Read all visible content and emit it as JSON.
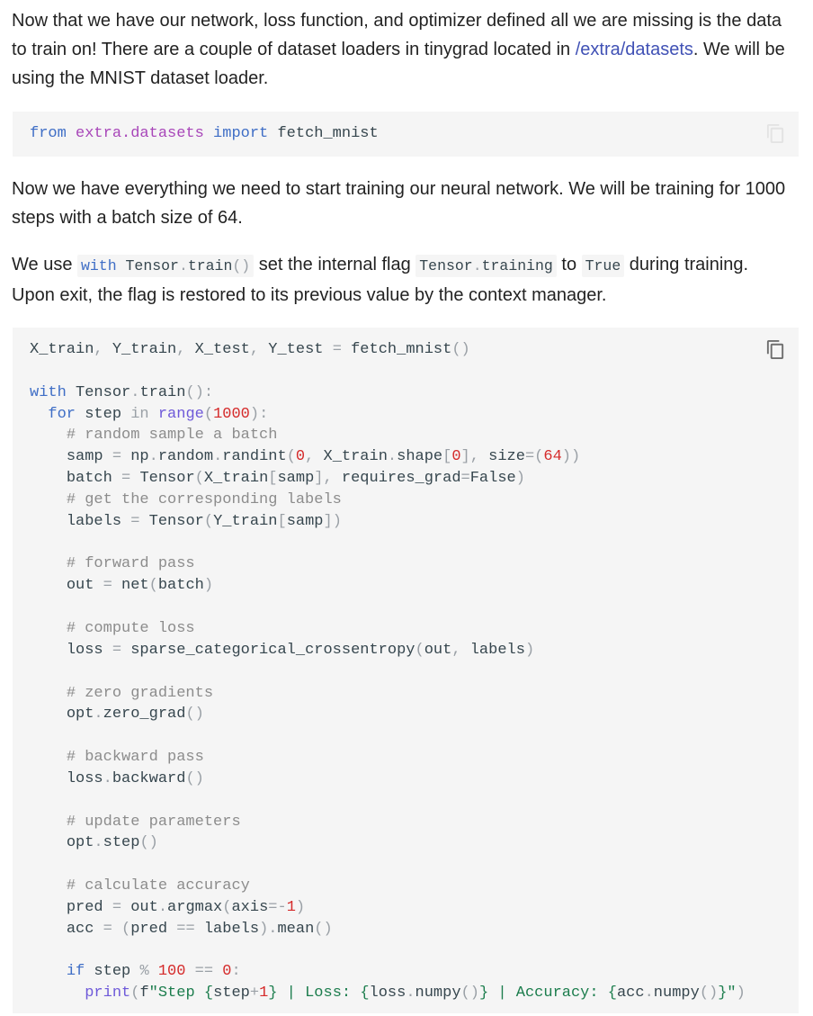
{
  "paragraphs": {
    "intro": {
      "segments": [
        {
          "type": "text",
          "text": "Now that we have our network, loss function, and optimizer defined all we are missing is the data to train on! There are a couple of dataset loaders in tinygrad located in "
        },
        {
          "type": "link",
          "name": "link-extra-datasets",
          "text": "/extra/datasets"
        },
        {
          "type": "text",
          "text": ". We will be using the MNIST dataset loader."
        }
      ]
    },
    "training_intro": {
      "segments": [
        {
          "type": "text",
          "text": "Now we have everything we need to start training our neural network. We will be training for 1000 steps with a batch size of 64."
        }
      ]
    },
    "train_flag": {
      "segments": [
        {
          "type": "text",
          "text": "We use "
        },
        {
          "type": "code",
          "tokens": [
            [
              "k",
              "with"
            ],
            [
              "w",
              " "
            ],
            [
              "n",
              "Tensor"
            ],
            [
              "p",
              "."
            ],
            [
              "n",
              "train"
            ],
            [
              "p",
              "()"
            ]
          ]
        },
        {
          "type": "text",
          "text": " set the internal flag "
        },
        {
          "type": "code",
          "tokens": [
            [
              "n",
              "Tensor"
            ],
            [
              "p",
              "."
            ],
            [
              "n",
              "training"
            ]
          ]
        },
        {
          "type": "text",
          "text": " to "
        },
        {
          "type": "code",
          "tokens": [
            [
              "n",
              "True"
            ]
          ]
        },
        {
          "type": "text",
          "text": " during training. Upon exit, the flag is restored to its previous value by the context manager."
        }
      ]
    }
  },
  "code_block_import": {
    "copy_icon": "copy-icon",
    "lines": [
      [
        [
          "k",
          "from"
        ],
        [
          "w",
          " "
        ],
        [
          "nn",
          "extra.datasets"
        ],
        [
          "w",
          " "
        ],
        [
          "k",
          "import"
        ],
        [
          "w",
          " "
        ],
        [
          "n",
          "fetch_mnist"
        ]
      ]
    ]
  },
  "code_block_training": {
    "copy_icon": "copy-icon",
    "lines": [
      [
        [
          "n",
          "X_train"
        ],
        [
          "p",
          ","
        ],
        [
          "w",
          " "
        ],
        [
          "n",
          "Y_train"
        ],
        [
          "p",
          ","
        ],
        [
          "w",
          " "
        ],
        [
          "n",
          "X_test"
        ],
        [
          "p",
          ","
        ],
        [
          "w",
          " "
        ],
        [
          "n",
          "Y_test"
        ],
        [
          "w",
          " "
        ],
        [
          "o",
          "="
        ],
        [
          "w",
          " "
        ],
        [
          "n",
          "fetch_mnist"
        ],
        [
          "p",
          "()"
        ]
      ],
      [],
      [
        [
          "k",
          "with"
        ],
        [
          "w",
          " "
        ],
        [
          "n",
          "Tensor"
        ],
        [
          "p",
          "."
        ],
        [
          "n",
          "train"
        ],
        [
          "p",
          "():"
        ]
      ],
      [
        [
          "w",
          "  "
        ],
        [
          "k",
          "for"
        ],
        [
          "w",
          " "
        ],
        [
          "n",
          "step"
        ],
        [
          "w",
          " "
        ],
        [
          "o",
          "in"
        ],
        [
          "w",
          " "
        ],
        [
          "b",
          "range"
        ],
        [
          "p",
          "("
        ],
        [
          "m",
          "1000"
        ],
        [
          "p",
          "):"
        ]
      ],
      [
        [
          "w",
          "    "
        ],
        [
          "c",
          "# random sample a batch"
        ]
      ],
      [
        [
          "w",
          "    "
        ],
        [
          "n",
          "samp"
        ],
        [
          "w",
          " "
        ],
        [
          "o",
          "="
        ],
        [
          "w",
          " "
        ],
        [
          "n",
          "np"
        ],
        [
          "p",
          "."
        ],
        [
          "n",
          "random"
        ],
        [
          "p",
          "."
        ],
        [
          "n",
          "randint"
        ],
        [
          "p",
          "("
        ],
        [
          "m",
          "0"
        ],
        [
          "p",
          ","
        ],
        [
          "w",
          " "
        ],
        [
          "n",
          "X_train"
        ],
        [
          "p",
          "."
        ],
        [
          "n",
          "shape"
        ],
        [
          "p",
          "["
        ],
        [
          "m",
          "0"
        ],
        [
          "p",
          "],"
        ],
        [
          "w",
          " "
        ],
        [
          "n",
          "size"
        ],
        [
          "o",
          "="
        ],
        [
          "p",
          "("
        ],
        [
          "m",
          "64"
        ],
        [
          "p",
          "))"
        ]
      ],
      [
        [
          "w",
          "    "
        ],
        [
          "n",
          "batch"
        ],
        [
          "w",
          " "
        ],
        [
          "o",
          "="
        ],
        [
          "w",
          " "
        ],
        [
          "n",
          "Tensor"
        ],
        [
          "p",
          "("
        ],
        [
          "n",
          "X_train"
        ],
        [
          "p",
          "["
        ],
        [
          "n",
          "samp"
        ],
        [
          "p",
          "],"
        ],
        [
          "w",
          " "
        ],
        [
          "n",
          "requires_grad"
        ],
        [
          "o",
          "="
        ],
        [
          "n",
          "False"
        ],
        [
          "p",
          ")"
        ]
      ],
      [
        [
          "w",
          "    "
        ],
        [
          "c",
          "# get the corresponding labels"
        ]
      ],
      [
        [
          "w",
          "    "
        ],
        [
          "n",
          "labels"
        ],
        [
          "w",
          " "
        ],
        [
          "o",
          "="
        ],
        [
          "w",
          " "
        ],
        [
          "n",
          "Tensor"
        ],
        [
          "p",
          "("
        ],
        [
          "n",
          "Y_train"
        ],
        [
          "p",
          "["
        ],
        [
          "n",
          "samp"
        ],
        [
          "p",
          "])"
        ]
      ],
      [],
      [
        [
          "w",
          "    "
        ],
        [
          "c",
          "# forward pass"
        ]
      ],
      [
        [
          "w",
          "    "
        ],
        [
          "n",
          "out"
        ],
        [
          "w",
          " "
        ],
        [
          "o",
          "="
        ],
        [
          "w",
          " "
        ],
        [
          "n",
          "net"
        ],
        [
          "p",
          "("
        ],
        [
          "n",
          "batch"
        ],
        [
          "p",
          ")"
        ]
      ],
      [],
      [
        [
          "w",
          "    "
        ],
        [
          "c",
          "# compute loss"
        ]
      ],
      [
        [
          "w",
          "    "
        ],
        [
          "n",
          "loss"
        ],
        [
          "w",
          " "
        ],
        [
          "o",
          "="
        ],
        [
          "w",
          " "
        ],
        [
          "n",
          "sparse_categorical_crossentropy"
        ],
        [
          "p",
          "("
        ],
        [
          "n",
          "out"
        ],
        [
          "p",
          ","
        ],
        [
          "w",
          " "
        ],
        [
          "n",
          "labels"
        ],
        [
          "p",
          ")"
        ]
      ],
      [],
      [
        [
          "w",
          "    "
        ],
        [
          "c",
          "# zero gradients"
        ]
      ],
      [
        [
          "w",
          "    "
        ],
        [
          "n",
          "opt"
        ],
        [
          "p",
          "."
        ],
        [
          "n",
          "zero_grad"
        ],
        [
          "p",
          "()"
        ]
      ],
      [],
      [
        [
          "w",
          "    "
        ],
        [
          "c",
          "# backward pass"
        ]
      ],
      [
        [
          "w",
          "    "
        ],
        [
          "n",
          "loss"
        ],
        [
          "p",
          "."
        ],
        [
          "n",
          "backward"
        ],
        [
          "p",
          "()"
        ]
      ],
      [],
      [
        [
          "w",
          "    "
        ],
        [
          "c",
          "# update parameters"
        ]
      ],
      [
        [
          "w",
          "    "
        ],
        [
          "n",
          "opt"
        ],
        [
          "p",
          "."
        ],
        [
          "n",
          "step"
        ],
        [
          "p",
          "()"
        ]
      ],
      [],
      [
        [
          "w",
          "    "
        ],
        [
          "c",
          "# calculate accuracy"
        ]
      ],
      [
        [
          "w",
          "    "
        ],
        [
          "n",
          "pred"
        ],
        [
          "w",
          " "
        ],
        [
          "o",
          "="
        ],
        [
          "w",
          " "
        ],
        [
          "n",
          "out"
        ],
        [
          "p",
          "."
        ],
        [
          "n",
          "argmax"
        ],
        [
          "p",
          "("
        ],
        [
          "n",
          "axis"
        ],
        [
          "o",
          "=-"
        ],
        [
          "m",
          "1"
        ],
        [
          "p",
          ")"
        ]
      ],
      [
        [
          "w",
          "    "
        ],
        [
          "n",
          "acc"
        ],
        [
          "w",
          " "
        ],
        [
          "o",
          "="
        ],
        [
          "w",
          " "
        ],
        [
          "p",
          "("
        ],
        [
          "n",
          "pred"
        ],
        [
          "w",
          " "
        ],
        [
          "o",
          "=="
        ],
        [
          "w",
          " "
        ],
        [
          "n",
          "labels"
        ],
        [
          "p",
          ")."
        ],
        [
          "n",
          "mean"
        ],
        [
          "p",
          "()"
        ]
      ],
      [],
      [
        [
          "w",
          "    "
        ],
        [
          "k",
          "if"
        ],
        [
          "w",
          " "
        ],
        [
          "n",
          "step"
        ],
        [
          "w",
          " "
        ],
        [
          "o",
          "%"
        ],
        [
          "w",
          " "
        ],
        [
          "m",
          "100"
        ],
        [
          "w",
          " "
        ],
        [
          "o",
          "=="
        ],
        [
          "w",
          " "
        ],
        [
          "m",
          "0"
        ],
        [
          "p",
          ":"
        ]
      ],
      [
        [
          "w",
          "      "
        ],
        [
          "b",
          "print"
        ],
        [
          "p",
          "("
        ],
        [
          "f",
          "f"
        ],
        [
          "s",
          "\"Step "
        ],
        [
          "s",
          "{"
        ],
        [
          "n",
          "step"
        ],
        [
          "o",
          "+"
        ],
        [
          "m",
          "1"
        ],
        [
          "s",
          "}"
        ],
        [
          "s",
          " | Loss: "
        ],
        [
          "s",
          "{"
        ],
        [
          "n",
          "loss"
        ],
        [
          "p",
          "."
        ],
        [
          "n",
          "numpy"
        ],
        [
          "p",
          "()"
        ],
        [
          "s",
          "}"
        ],
        [
          "s",
          " | Accuracy: "
        ],
        [
          "s",
          "{"
        ],
        [
          "n",
          "acc"
        ],
        [
          "p",
          "."
        ],
        [
          "n",
          "numpy"
        ],
        [
          "p",
          "()"
        ],
        [
          "s",
          "}"
        ],
        [
          "s",
          "\""
        ],
        [
          "p",
          ")"
        ]
      ]
    ]
  },
  "colors": {
    "text": "#212121",
    "link": "#4051b5",
    "code_bg": "#f5f5f5",
    "keyword": "#3f6ec6",
    "namespace": "#a846b9",
    "number": "#d52a2a",
    "builtin": "#6e59d9",
    "string": "#1c7d4d",
    "comment": "#8c8c8c"
  }
}
